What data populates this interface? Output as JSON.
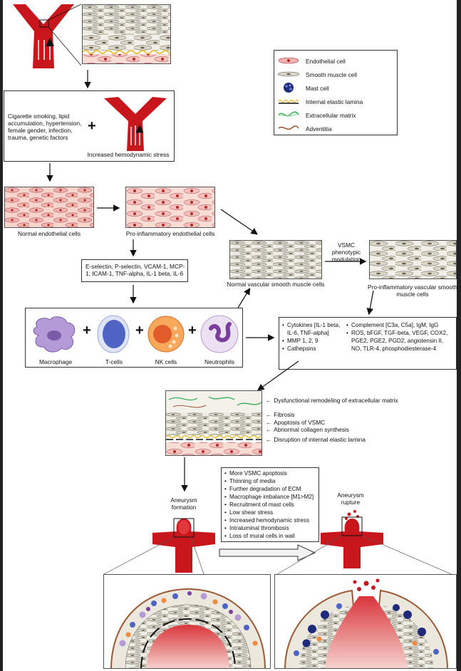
{
  "legend": {
    "endothelial": "Endothelial cell",
    "smooth_muscle": "Smooth muscle cell",
    "mast": "Mast cell",
    "iel": "Internal elastic lamina",
    "ecm": "Extracellular matrix",
    "adventitia": "Adventitia"
  },
  "risk": {
    "factors": "Cigarette smoking, lipid accumulation, hypertension, female gender, infection, trauma, genetic factors",
    "plus": "+",
    "stress": "Increased hemodynamic stress"
  },
  "cells": {
    "normal_endothelial": "Normal endothelial cells",
    "proinflammatory_endothelial": "Pro-inflammatory endothelial cells",
    "normal_vsmc": "Normal vascular smooth muscle cells",
    "vsmc_modulation": "VSMC phenotypic modulation",
    "proinflammatory_vsmc": "Pro-inflammatory vascular smooth muscle cells"
  },
  "adhesion": "E-selectin, P-selectin, VCAM-1, MCP-1, ICAM-1, TNF-alpha, IL-1 beta, IL-6",
  "immune": {
    "macrophage": "Macrophage",
    "tcells": "T-cells",
    "nk": "NK cells",
    "neutrophils": "Neutrophils",
    "plus": "+"
  },
  "mediators_left": [
    "Cytokines [IL-1 beta, IL-6, TNF-alpha]",
    "MMP 1, 2, 9",
    "Cathepsins"
  ],
  "mediators_right": [
    "Complement [C3a, C5a], IgM, IgG",
    "ROS, bFGF, TGF-beta, VEGF, COX2, PGE2, PGE2, PGD2, angiotensin II, NO, TLR-4, phosphodiesterase-4"
  ],
  "remodeling": [
    "Dysfunctional remodeling of extracellular matrix",
    "Fibrosis",
    "Apoptosis of VSMC",
    "Abnormal collagen synthesis",
    "Disruption of internal elastic lamina"
  ],
  "progression": [
    "More VSMC apoptosis",
    "Thinning of media",
    "Further degradation of ECM",
    "Macrophage imbalance [M1>M2]",
    "Recruitment of mast cells",
    "Low shear stress",
    "Increased hemodynamic stress",
    "Intraluminal thrombosis",
    "Loss of mural cells in wall"
  ],
  "outcomes": {
    "formation": "Aneurysm formation",
    "rupture": "Aneurysm rupture"
  },
  "colors": {
    "vessel": "#c8161d",
    "endothelial": "#f2b8ae",
    "muscle": "#d9d4c6",
    "mast": "#1f2a7a",
    "iel": "#e5c34a",
    "ecm": "#2aa84a",
    "adventitia": "#9a5a34",
    "macrophage": "#b49ad6",
    "tcell": "#4e63c4",
    "nk": "#f08a3c",
    "neutrophil": "#7a3f9a"
  }
}
